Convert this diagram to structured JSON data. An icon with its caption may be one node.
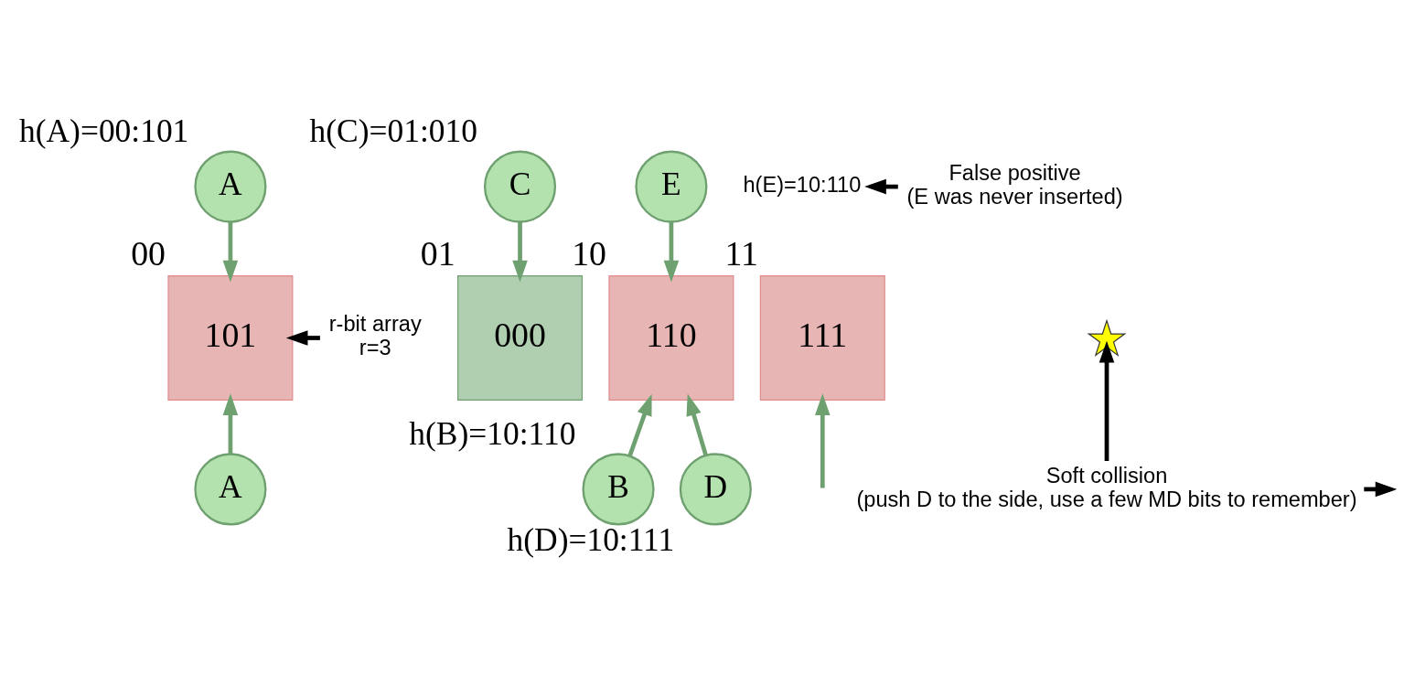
{
  "diagram": {
    "nodes": [
      {
        "text": [
          "A"
        ],
        "beside": [
          "h(A)=00:101"
        ]
      },
      {
        "text": [
          "C"
        ],
        "beside": [
          "h(C)=01:010"
        ]
      },
      {
        "text": [
          "E"
        ]
      },
      {
        "text": [
          "h(E)=10:110"
        ]
      },
      {
        "text": [
          "False positive",
          "(E was never inserted)"
        ]
      },
      {
        "text": [
          "r-bit array",
          "r=3"
        ]
      },
      {
        "text": [
          "101"
        ],
        "beside": [
          "00"
        ]
      },
      {
        "text": [
          "000"
        ],
        "beside": [
          "01"
        ]
      },
      {
        "text": [
          "110"
        ],
        "beside": [
          "10"
        ]
      },
      {
        "text": [
          "111"
        ],
        "beside": [
          "11"
        ]
      },
      {
        "text": [],
        "shape": "star"
      },
      {
        "text": [
          "Soft collision",
          "(push D to the side, use a few MD bits to remember)"
        ]
      },
      {
        "text": [
          "A"
        ]
      },
      {
        "text": [
          "B"
        ],
        "beside": [
          "h(B)=10:110"
        ]
      },
      {
        "text": [
          "D"
        ],
        "beside": [
          "h(D)=10:111"
        ]
      }
    ],
    "edges": [
      {
        "from": 0,
        "to": 6,
        "arrow": "to"
      },
      {
        "from": 1,
        "to": 7,
        "arrow": "to"
      },
      {
        "from": 2,
        "to": 8,
        "arrow": "to"
      },
      {
        "from": 4,
        "to": 3,
        "arrow": "to",
        "color": "#000000"
      },
      {
        "from": 5,
        "to": 6,
        "arrow": "to",
        "color": "#000000"
      },
      {
        "from": 11,
        "to": 10,
        "arrow": "to",
        "color": "#000000"
      },
      {
        "from": 11,
        "to": null,
        "arrow": "to",
        "color": "#000000"
      },
      {
        "from": 12,
        "to": 6,
        "arrow": "to"
      },
      {
        "from": 13,
        "to": 8,
        "arrow": "to"
      },
      {
        "from": 14,
        "to": 8,
        "arrow": "to"
      },
      {
        "from": null,
        "to": 9,
        "arrow": "to"
      }
    ]
  }
}
